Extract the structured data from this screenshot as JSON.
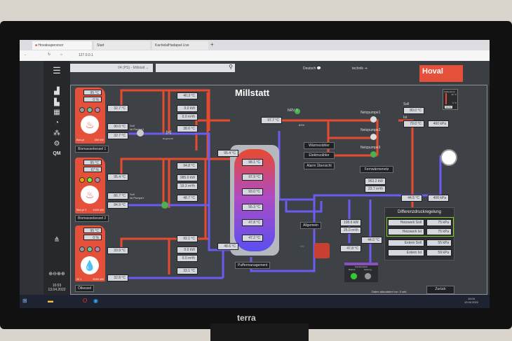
{
  "browser": {
    "tabs": [
      "Hovalsupervisor",
      "Start",
      "KachelalHadapat Live"
    ],
    "url": "127.0.0.1"
  },
  "header": {
    "site_select": "04 (PS) - Millstatt",
    "search_placeholder": "",
    "language": "Deutsch",
    "user": "technik",
    "logo": "Hoval"
  },
  "title": "Millstatt",
  "sidebar": {
    "icons": [
      "plant-icon",
      "chart-icon",
      "table-icon",
      "pie-icon",
      "grid-icon",
      "gear-icon"
    ],
    "qm": "QM",
    "time": "10:03",
    "date": "13.04.2022"
  },
  "boilers": [
    {
      "name": "Biomassekessel 1",
      "temp": "95 °C",
      "load": "0 %",
      "model": "BioLyt",
      "power": "350 kW",
      "flow": "32.7 °C",
      "soll": "90.0 °C",
      "ist": "32.7 °C",
      "pump": "Soll\nIst Pumpe1",
      "col": [
        "40.3 °C",
        "0.0 kW",
        "0.0 m³/h",
        "38.6 °C"
      ]
    },
    {
      "name": "Biomassekessel 2",
      "temp": "95 °C",
      "load": "67 %",
      "model": "BioLyt 2",
      "power": "1400 kW",
      "flow": "95.4 °C",
      "soll": "86.7 °C",
      "ist": "84.9 °C",
      "pump": "Soll\nIst Pumpe1",
      "col": [
        "94.8 °C",
        "985.0 kW",
        "19.3 m³/h",
        "48.7 °C"
      ]
    },
    {
      "name": "Ölkessel",
      "temp": "95 °C",
      "load": "0 %",
      "model": "Öl 1",
      "power": "2000 kW",
      "flow": "33.9 °C",
      "ist": "32.8 °C",
      "col": [
        "92.1 °C",
        "0.0 kW",
        "0.0 m³/h",
        "33.1 °C"
      ]
    }
  ],
  "valve_label": "Regelventil",
  "buffer": {
    "in_top": "95.4 °C",
    "out_bottom": "48.6 °C",
    "temps": [
      "98.1 °C",
      "97.9 °C",
      "93.0 °C",
      "55.3 °C",
      "47.8 °C",
      "47.2 °C"
    ],
    "button": "Puffermanagement"
  },
  "nrv": {
    "label": "NRV 1",
    "temp": "97.7 °C",
    "pct": "81%"
  },
  "buttons": {
    "heat_meter": "Wärmezähler",
    "elec_meter": "Elektrozähler",
    "alarms": "Alarm Übersicht",
    "network": "Fernwärmenetz",
    "general": "Allgemein",
    "back": "Zurück"
  },
  "network": {
    "pumps": [
      "Netzpumpe1",
      "Netzpumpe2",
      "Netzpumpe3"
    ],
    "soll_label": "Soll",
    "soll": "80.0 °C",
    "ist_label": "Ist",
    "ist": "79.0 °C",
    "pressure_out": "460 kPa",
    "power": "963.2 kW",
    "flow": "23.7 m³/h",
    "return_temp": "44.5 °C",
    "pressure_ret": "406 kPa"
  },
  "aux": {
    "power": "108.6 kW",
    "flow": "25.0 m³/h",
    "temp1": "44.0 °C",
    "temp2": "47.8 °C",
    "kw_label": "kW"
  },
  "outdoor": {
    "label": "Außentemp",
    "max": "40 °C",
    "min": "0 °C",
    "value": "11 °C"
  },
  "diffpressure": {
    "title": "Differenzdruckregelung",
    "rows": [
      {
        "label": "Heizwerk Soll",
        "value": "75 kPa"
      },
      {
        "label": "Heizwerk Ist",
        "value": "75 kPa"
      },
      {
        "label": "Extern Soll",
        "value": "55 kPa"
      },
      {
        "label": "Extern Ist",
        "value": "59 kPa"
      }
    ]
  },
  "condensation": {
    "title": "Kondensation",
    "on": "Betrieb",
    "fault": "Störung"
  },
  "status": "Daten aktualisiert vor: 0 sek.",
  "taskbar": {
    "time": "10:04",
    "date": "13.04.2022"
  },
  "monitor_brand": "terra"
}
